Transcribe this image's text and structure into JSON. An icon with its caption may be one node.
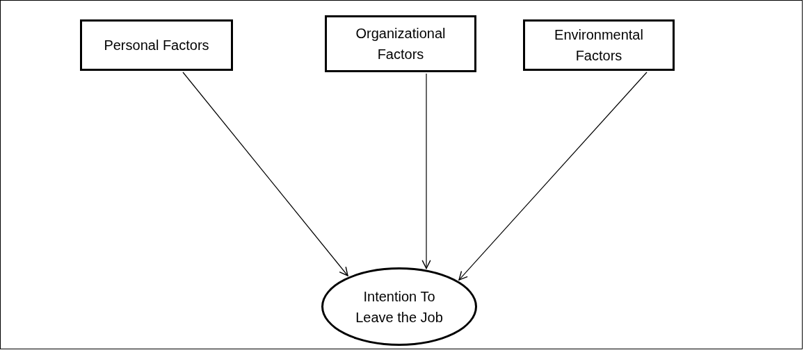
{
  "diagram": {
    "nodes": [
      {
        "text": [
          "Personal Factors"
        ]
      },
      {
        "text": [
          "Organizational Factors"
        ]
      },
      {
        "text": [
          "Environmental Factors"
        ]
      },
      {
        "text": [
          "Intention To Leave the Job"
        ]
      }
    ],
    "edges": [
      {
        "from": 0,
        "to": 3,
        "arrow": "to"
      },
      {
        "from": 1,
        "to": 3,
        "arrow": "to"
      },
      {
        "from": 2,
        "to": 3,
        "arrow": "to"
      }
    ]
  }
}
